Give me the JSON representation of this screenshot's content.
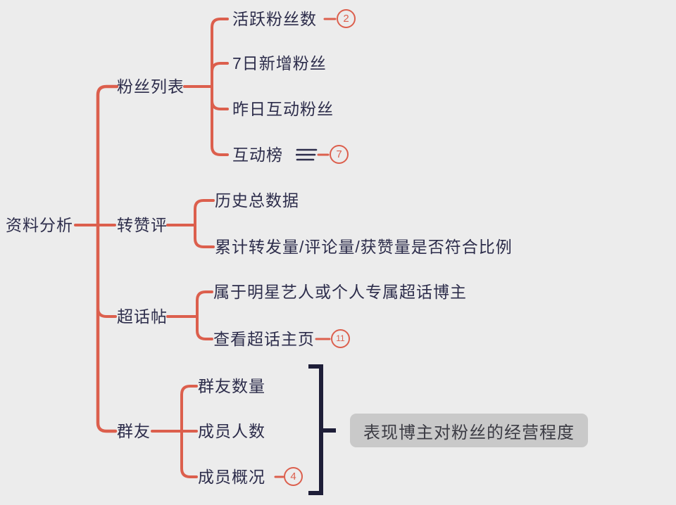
{
  "colors": {
    "bg": "#ececec",
    "branch": "#dc5f4d",
    "ink": "#2d2d4b",
    "bracket": "#1e1e38",
    "note_bg": "#c9c9c9",
    "note_text": "#3c3c44",
    "badge": "#dc5f4d"
  },
  "root": {
    "label": "资料分析"
  },
  "branches": [
    {
      "label": "粉丝列表",
      "children": [
        {
          "label": "活跃粉丝数",
          "badge": "2"
        },
        {
          "label": "7日新增粉丝"
        },
        {
          "label": "昨日互动粉丝"
        },
        {
          "label": "互动榜",
          "icon": "list-icon",
          "badge": "7"
        }
      ]
    },
    {
      "label": "转赞评",
      "children": [
        {
          "label": "历史总数据"
        },
        {
          "label": "累计转发量/评论量/获赞量是否符合比例"
        }
      ]
    },
    {
      "label": "超话帖",
      "children": [
        {
          "label": "属于明星艺人或个人专属超话博主"
        },
        {
          "label": "查看超话主页",
          "badge": "11"
        }
      ]
    },
    {
      "label": "群友",
      "children": [
        {
          "label": "群友数量"
        },
        {
          "label": "成员人数"
        },
        {
          "label": "成员概况",
          "badge": "4"
        }
      ]
    }
  ],
  "note": {
    "label": "表现博主对粉丝的经营程度"
  }
}
